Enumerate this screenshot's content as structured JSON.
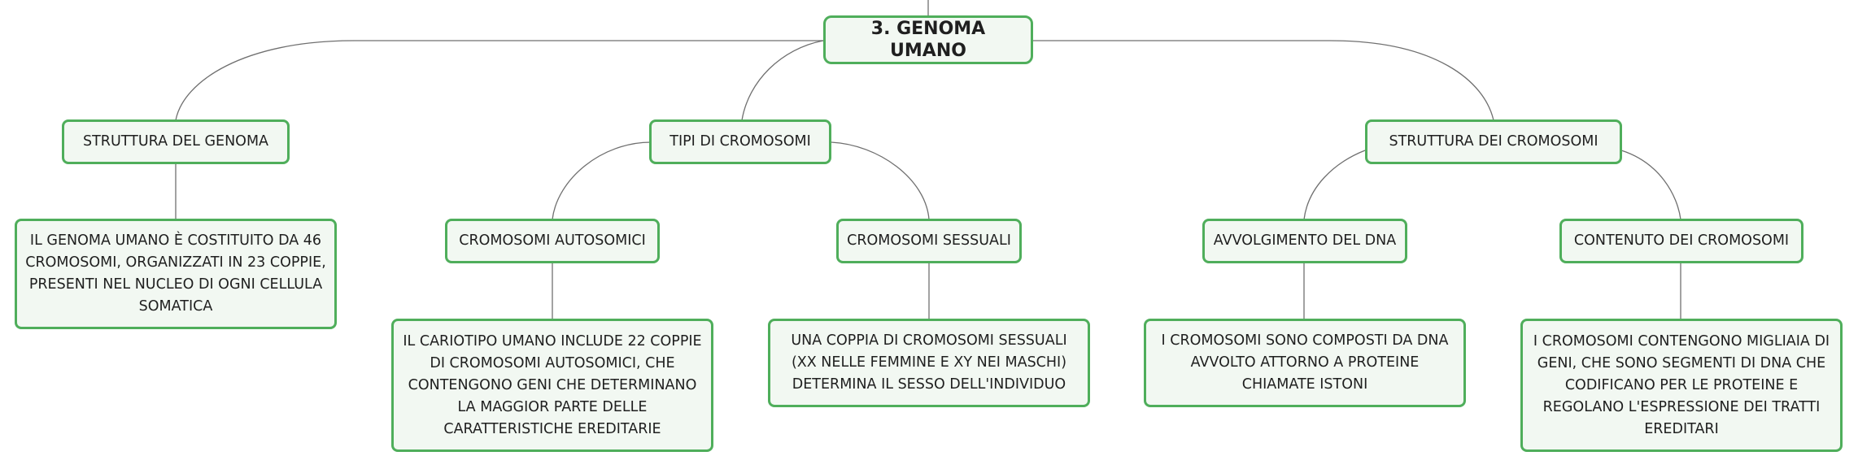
{
  "root": {
    "label": "3. GENOMA UMANO"
  },
  "branches": [
    {
      "label": "STRUTTURA DEL GENOMA",
      "detail": "IL GENOMA UMANO È COSTITUITO DA 46 CROMOSOMI, ORGANIZZATI IN 23 COPPIE, PRESENTI NEL NUCLEO DI OGNI CELLULA SOMATICA"
    },
    {
      "label": "TIPI DI CROMOSOMI",
      "children": [
        {
          "label": "CROMOSOMI AUTOSOMICI",
          "detail": "IL CARIOTIPO UMANO INCLUDE 22 COPPIE DI CROMOSOMI AUTOSOMICI, CHE CONTENGONO GENI CHE DETERMINANO LA MAGGIOR PARTE DELLE CARATTERISTICHE EREDITARIE"
        },
        {
          "label": "CROMOSOMI SESSUALI",
          "detail": "UNA COPPIA DI CROMOSOMI SESSUALI (XX NELLE FEMMINE E XY NEI MASCHI) DETERMINA IL SESSO DELL'INDIVIDUO"
        }
      ]
    },
    {
      "label": "STRUTTURA DEI CROMOSOMI",
      "children": [
        {
          "label": "AVVOLGIMENTO DEL DNA",
          "detail": "I CROMOSOMI SONO COMPOSTI DA DNA AVVOLTO ATTORNO A PROTEINE CHIAMATE ISTONI"
        },
        {
          "label": "CONTENUTO DEI CROMOSOMI",
          "detail": "I CROMOSOMI CONTENGONO MIGLIAIA DI GENI, CHE SONO SEGMENTI DI DNA CHE CODIFICANO PER LE PROTEINE E REGOLANO L'ESPRESSIONE DEI TRATTI EREDITARI"
        }
      ]
    }
  ],
  "colors": {
    "border": "#4fae5b",
    "fill": "#f2f8f2",
    "line": "#6f6f6f"
  }
}
